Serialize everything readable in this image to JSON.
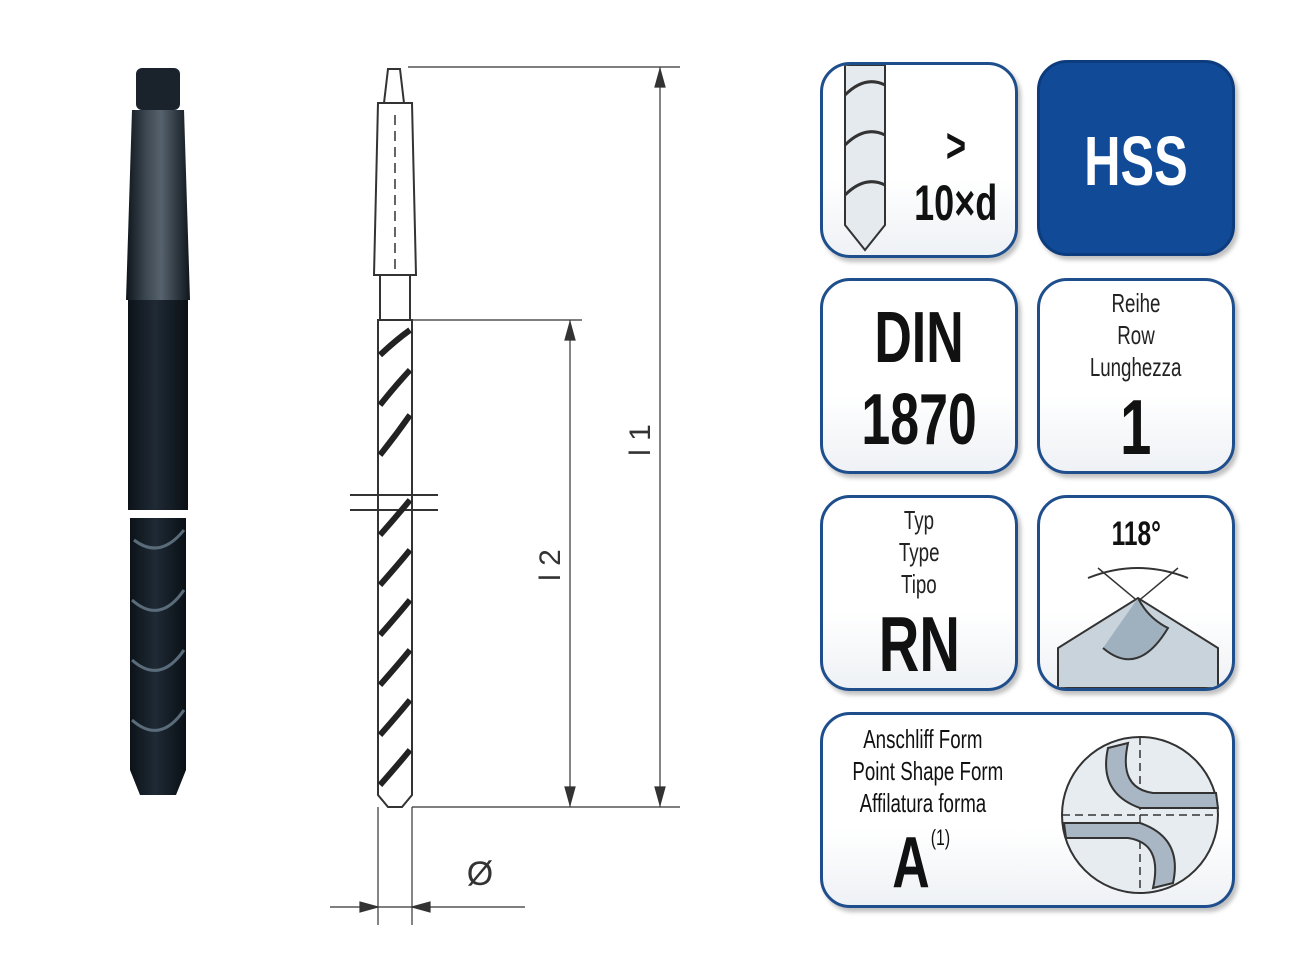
{
  "drawing": {
    "dim_l1": "l 1",
    "dim_l2": "l 2",
    "dim_diameter": "Ø"
  },
  "cards": {
    "ratio": {
      "line1": ">",
      "line2": "10×d"
    },
    "material": {
      "label": "HSS"
    },
    "standard": {
      "line1": "DIN",
      "line2": "1870"
    },
    "row": {
      "lines": [
        "Reihe",
        "Row",
        "Lunghezza"
      ],
      "value": "1"
    },
    "type": {
      "lines": [
        "Typ",
        "Type",
        "Tipo"
      ],
      "value": "RN"
    },
    "angle": {
      "label": "118°"
    },
    "point": {
      "lines": [
        "Anschliff Form",
        "Point Shape Form",
        "Affilatura forma"
      ],
      "value": "A",
      "superscript": "(1)"
    }
  },
  "colors": {
    "accent": "#114b97",
    "card_border": "#1f4e8c",
    "drill_dark": "#16202b",
    "steel": "#c9d3dc"
  }
}
